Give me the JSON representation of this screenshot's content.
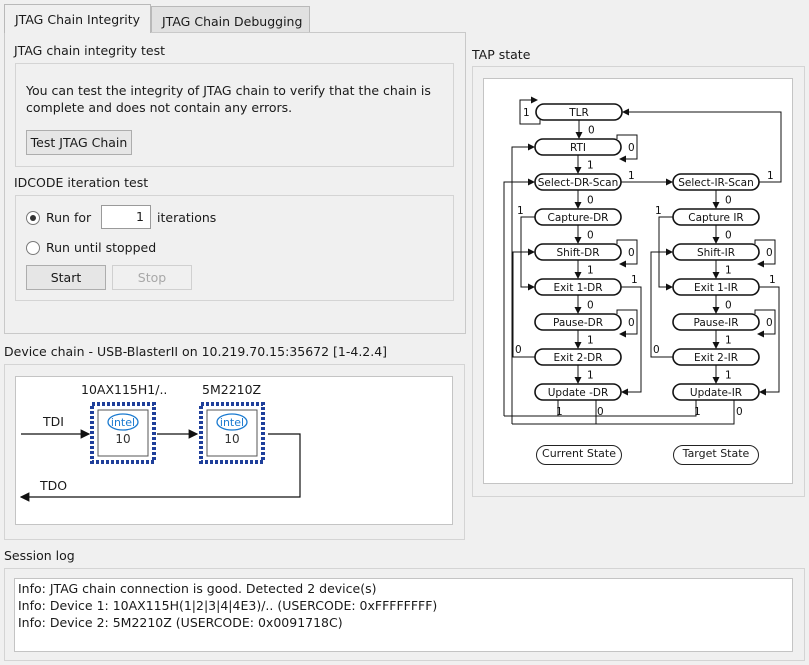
{
  "tabs": [
    {
      "label": "JTAG Chain Integrity",
      "active": true
    },
    {
      "label": "JTAG Chain Debugging",
      "active": false
    }
  ],
  "integrity": {
    "title": "JTAG chain integrity test",
    "description_line1": "You can test the integrity of JTAG chain to verify that the chain is",
    "description_line2": "complete and does not contain any errors.",
    "test_button": "Test JTAG Chain"
  },
  "idcode": {
    "title": "IDCODE iteration test",
    "run_for_label": "Run for",
    "iterations_value": "1",
    "iterations_label": "iterations",
    "run_until_label": "Run until stopped",
    "selected": "run_for",
    "start_button": "Start",
    "stop_button": "Stop"
  },
  "device_chain": {
    "title": "Device chain - USB-BlasterII on 10.219.70.15:35672 [1-4.2.4]",
    "tdi_label": "TDI",
    "tdo_label": "TDO",
    "devices": [
      {
        "name": "10AX115H1/..",
        "logo": "intel",
        "number": "10"
      },
      {
        "name": "5M2210Z",
        "logo": "intel",
        "number": "10"
      }
    ]
  },
  "tap": {
    "title": "TAP state",
    "states": {
      "tlr": "TLR",
      "rti": "RTI",
      "select_dr": "Select-DR-Scan",
      "select_ir": "Select-IR-Scan",
      "capture_dr": "Capture-DR",
      "capture_ir": "Capture IR",
      "shift_dr": "Shift-DR",
      "shift_ir": "Shift-IR",
      "exit1_dr": "Exit 1-DR",
      "exit1_ir": "Exit 1-IR",
      "pause_dr": "Pause-DR",
      "pause_ir": "Pause-IR",
      "exit2_dr": "Exit 2-DR",
      "exit2_ir": "Exit 2-IR",
      "update_dr": "Update -DR",
      "update_ir": "Update-IR"
    },
    "zero": "0",
    "one": "1",
    "current_state_button": "Current State",
    "target_state_button": "Target State"
  },
  "session_log": {
    "title": "Session log",
    "lines": [
      "Info: JTAG chain connection is good. Detected 2 device(s)",
      "Info: Device 1: 10AX115H(1|2|3|4|4E3)/..  (USERCODE: 0xFFFFFFFF)",
      "Info: Device 2: 5M2210Z  (USERCODE: 0x0091718C)"
    ]
  }
}
